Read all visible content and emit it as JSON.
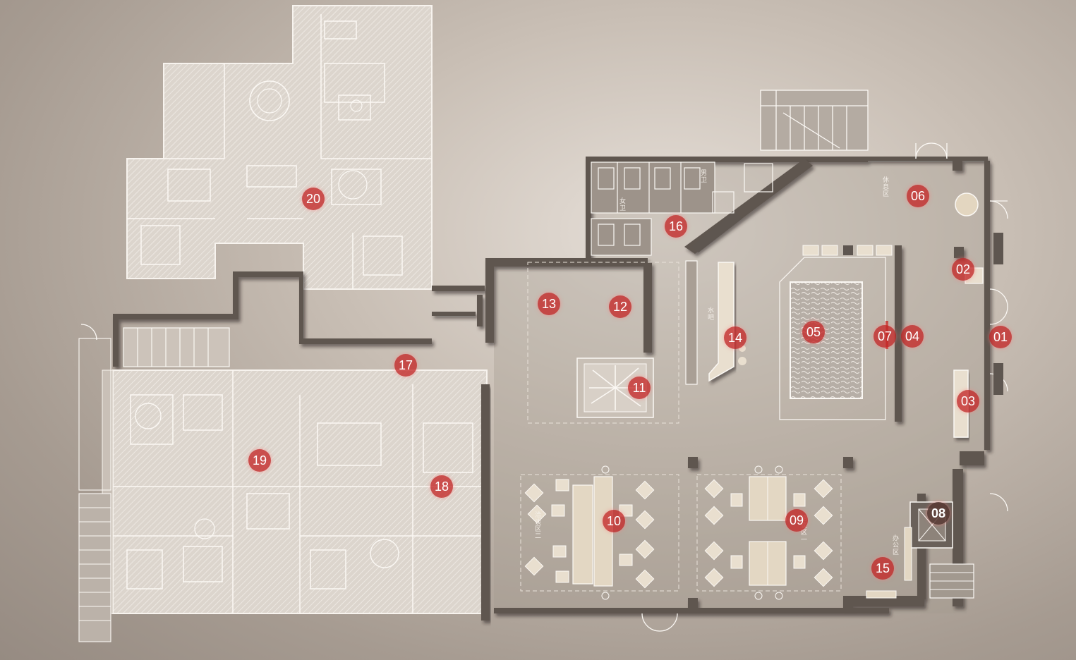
{
  "colors": {
    "marker": "#c42828",
    "marker_dark": "#583832",
    "wall": "#5e5650",
    "apartment_fill": "#ddd6ce",
    "line": "#fbf8f4",
    "furniture": "#e9dfcf"
  },
  "markers": [
    {
      "id": "m01",
      "label": "01",
      "style": "normal"
    },
    {
      "id": "m02",
      "label": "02",
      "style": "normal"
    },
    {
      "id": "m03",
      "label": "03",
      "style": "normal"
    },
    {
      "id": "m04",
      "label": "04",
      "style": "normal"
    },
    {
      "id": "m05",
      "label": "05",
      "style": "normal"
    },
    {
      "id": "m06",
      "label": "06",
      "style": "normal"
    },
    {
      "id": "m07",
      "label": "07",
      "style": "normal"
    },
    {
      "id": "m08",
      "label": "08",
      "style": "dark"
    },
    {
      "id": "m09",
      "label": "09",
      "style": "normal"
    },
    {
      "id": "m10",
      "label": "10",
      "style": "normal"
    },
    {
      "id": "m11",
      "label": "11",
      "style": "normal"
    },
    {
      "id": "m12",
      "label": "12",
      "style": "normal"
    },
    {
      "id": "m13",
      "label": "13",
      "style": "normal"
    },
    {
      "id": "m14",
      "label": "14",
      "style": "normal"
    },
    {
      "id": "m15",
      "label": "15",
      "style": "normal"
    },
    {
      "id": "m16",
      "label": "16",
      "style": "normal"
    },
    {
      "id": "m17",
      "label": "17",
      "style": "normal"
    },
    {
      "id": "m18",
      "label": "18",
      "style": "normal"
    },
    {
      "id": "m19",
      "label": "19",
      "style": "normal"
    },
    {
      "id": "m20",
      "label": "20",
      "style": "normal"
    }
  ],
  "labels": {
    "negotiation_2": "洽谈区二",
    "negotiation_1": "洽谈区一",
    "office": "办公区",
    "bar": "水吧",
    "male": "男卫",
    "female": "女卫",
    "rest": "休息区"
  }
}
